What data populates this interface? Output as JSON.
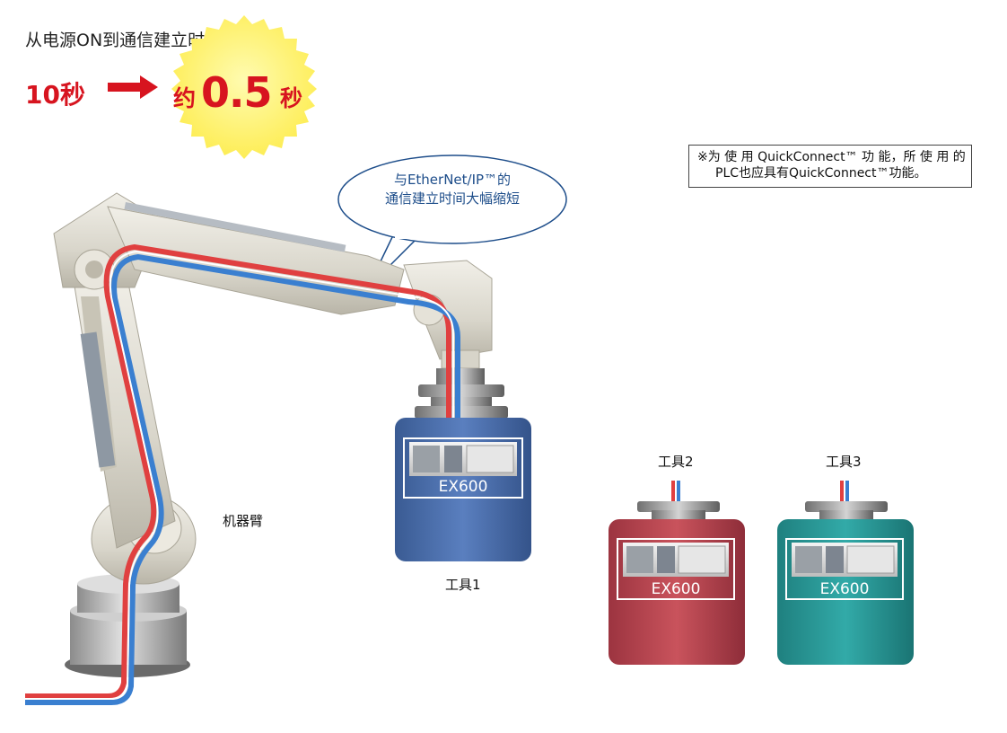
{
  "headline": "从电源ON到通信建立时间",
  "comparison": {
    "before": "10秒",
    "after_prefix": "约",
    "after_value": "0.5",
    "after_unit": "秒",
    "accent_color": "#d7141f",
    "starburst_color": "#fff27a"
  },
  "note": {
    "line1": "※为 使 用 QuickConnect™ 功 能，所 使 用 的",
    "line2": "PLC也应具有QuickConnect™功能。"
  },
  "callout": {
    "line1": "与EtherNet/IP™的",
    "line2": "通信建立时间大幅缩短",
    "color": "#1d4d8a"
  },
  "robot_label": "机器臂",
  "tools": [
    {
      "label": "工具1",
      "module": "EX600",
      "color": "#4a6ea8"
    },
    {
      "label": "工具2",
      "module": "EX600",
      "color": "#b8434e"
    },
    {
      "label": "工具3",
      "module": "EX600",
      "color": "#2a9a98"
    }
  ],
  "cable_colors": {
    "red": "#e04040",
    "blue": "#3a7fd0"
  }
}
